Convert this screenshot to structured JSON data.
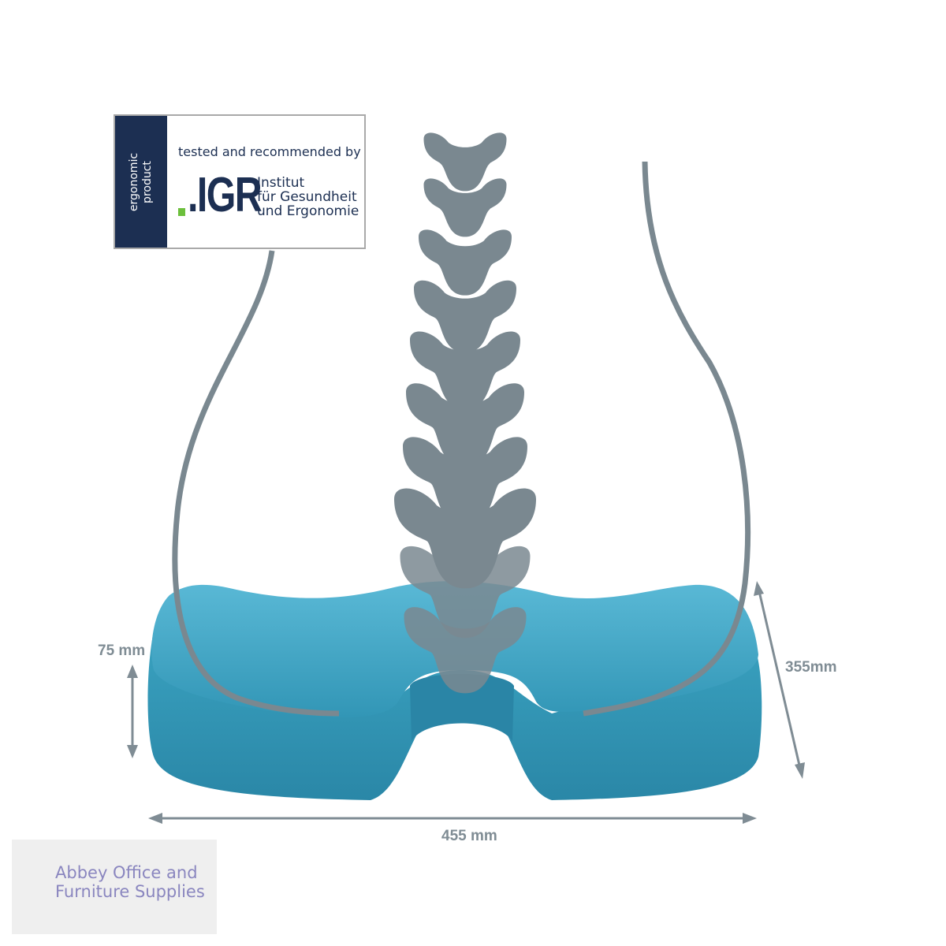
{
  "badge": {
    "side_line1": "ergonomic",
    "side_line2": "product",
    "tested": "tested and recommended by",
    "logo_text": ".IGR",
    "institute_line1": "Institut",
    "institute_line2": "für Gesundheit",
    "institute_line3": "und Ergonomie"
  },
  "dimensions": {
    "height": "75 mm",
    "depth": "355mm",
    "width": "455 mm"
  },
  "watermark": {
    "line1": "Abbey Office and",
    "line2": "Furniture Supplies"
  },
  "colors": {
    "cushion": "#3aa6c4",
    "spine": "#7a8890",
    "navy": "#1c2f52",
    "accent_green": "#6cbf3c"
  }
}
